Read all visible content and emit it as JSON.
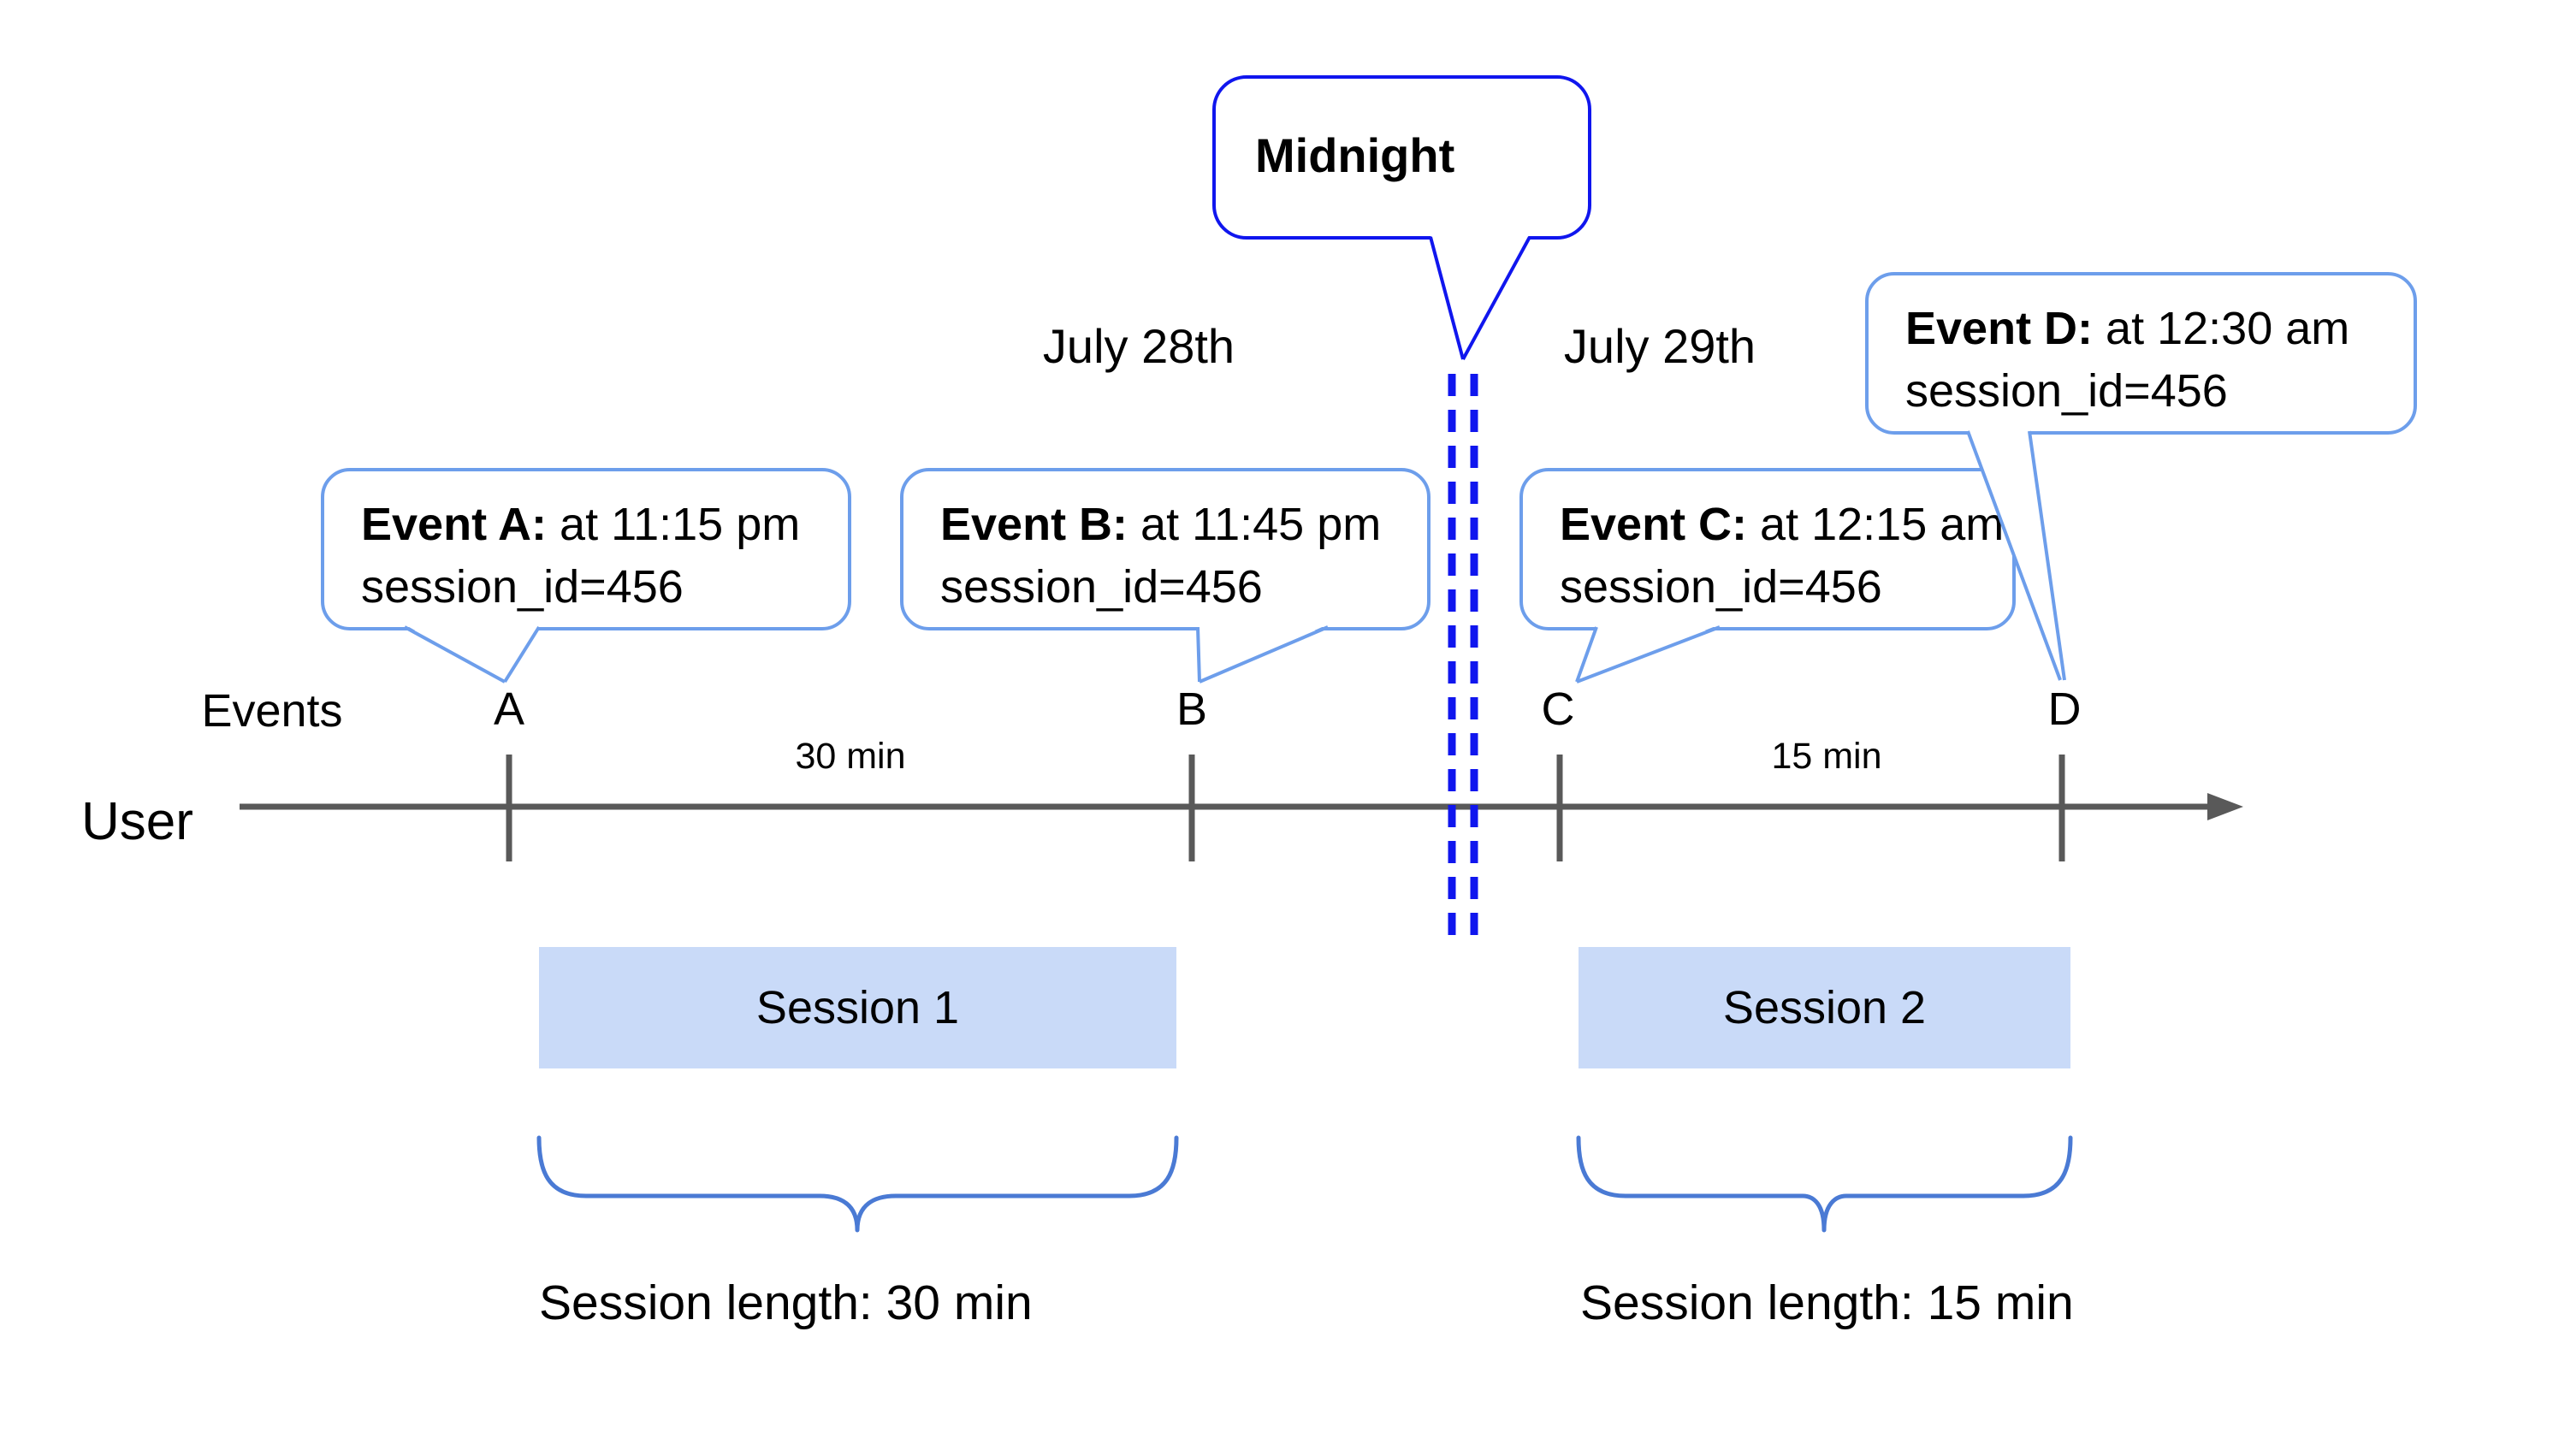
{
  "title": "Session length across midnight diagram",
  "dates": {
    "left": "July 28th",
    "right": "July 29th"
  },
  "midnight": {
    "label": "Midnight"
  },
  "axis": {
    "events_label": "Events",
    "user_label": "User"
  },
  "bubbles": [
    {
      "bold": "Event A:",
      "rest": " at 11:15 pm",
      "line2": "session_id=456"
    },
    {
      "bold": "Event B:",
      "rest": " at 11:45 pm",
      "line2": "session_id=456"
    },
    {
      "bold": "Event C:",
      "rest": " at 12:15 am",
      "line2": "session_id=456"
    },
    {
      "bold": "Event D:",
      "rest": " at 12:30 am",
      "line2": "session_id=456"
    }
  ],
  "ticks": [
    {
      "label": "A"
    },
    {
      "label": "B"
    },
    {
      "label": "C"
    },
    {
      "label": "D"
    }
  ],
  "intervals": [
    {
      "label": "30 min"
    },
    {
      "label": "15 min"
    }
  ],
  "sessions": [
    {
      "label": "Session 1",
      "length_label": "Session length: 30 min"
    },
    {
      "label": "Session 2",
      "length_label": "Session length: 15 min"
    }
  ],
  "colors": {
    "accent_blue": "#1016ee",
    "bubble_border_blue": "#6d9eeb",
    "brace_blue": "#4a7ad4",
    "session_fill": "#c9daf8",
    "axis_gray": "#595959",
    "text_black": "#000000"
  }
}
